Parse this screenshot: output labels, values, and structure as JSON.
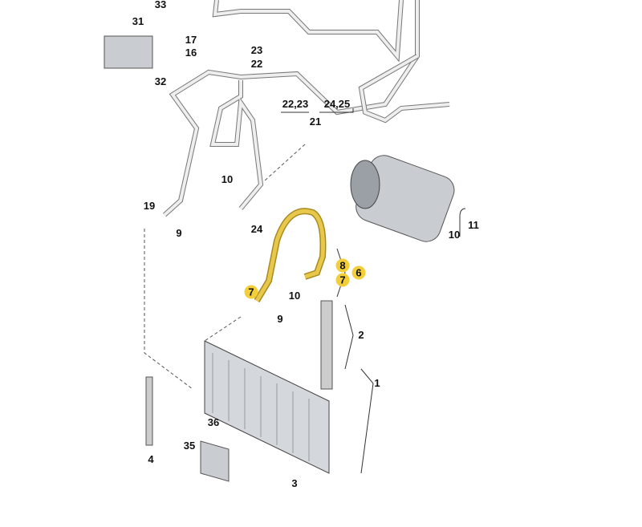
{
  "diagram": {
    "labels": [
      "33",
      "31",
      "17",
      "16",
      "23",
      "22",
      "32",
      "22,23",
      "24,25",
      "21",
      "10",
      "19",
      "9",
      "24",
      "11",
      "10",
      "8",
      "6",
      "7",
      "7",
      "10",
      "9",
      "2",
      "1",
      "36",
      "4",
      "35",
      "3"
    ],
    "highlighted": [
      "8",
      "6",
      "7",
      "7"
    ],
    "highlight_color": "#f2cf3a",
    "hose_color": "#e8c84a"
  }
}
